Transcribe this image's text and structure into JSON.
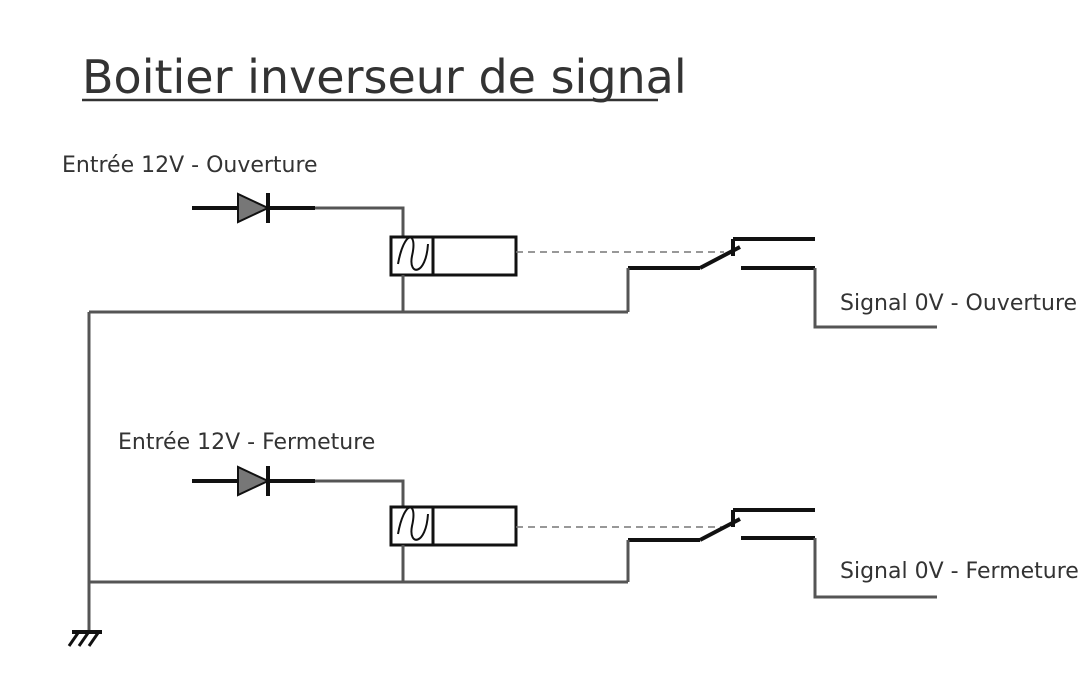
{
  "title": "Boitier inverseur de signal",
  "labels": {
    "input_open": "Entrée 12V - Ouverture",
    "output_open": "Signal 0V - Ouverture",
    "input_close": "Entrée 12V - Fermeture",
    "output_close": "Signal 0V - Fermeture"
  },
  "colors": {
    "text": "#333333",
    "wire": "#555555",
    "component": "#111111",
    "diode_fill": "#777777"
  },
  "icons": [
    "diode-icon",
    "relay-coil-icon",
    "relay-switch-icon",
    "ground-icon"
  ]
}
